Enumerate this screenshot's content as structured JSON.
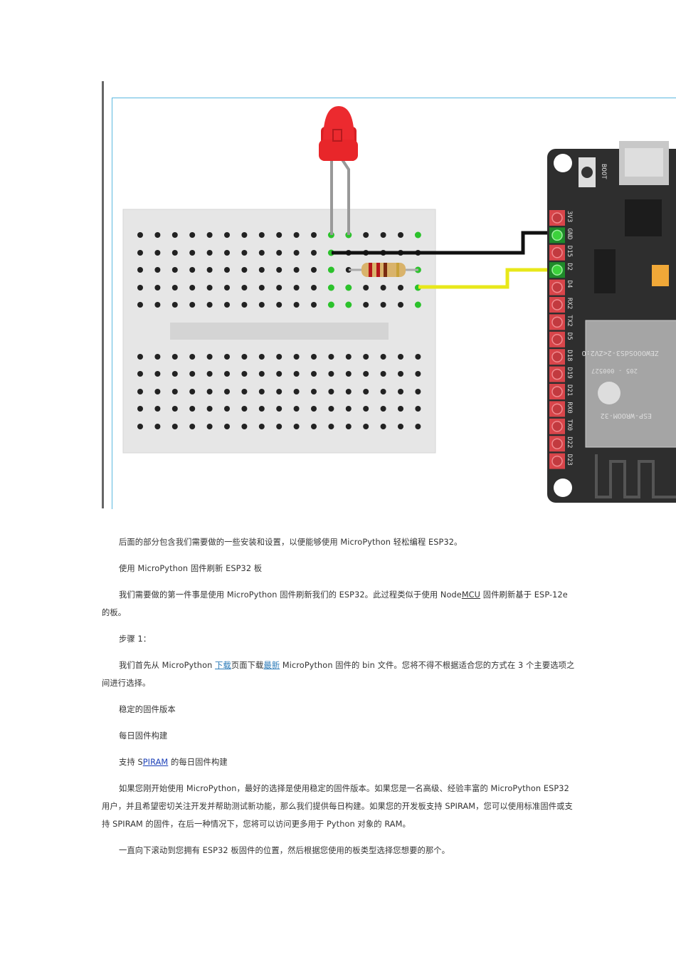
{
  "figure": {
    "board_pin_labels": [
      "3V3",
      "GND",
      "D15",
      "D2",
      "D4",
      "RX2",
      "TX2",
      "D5",
      "D18",
      "D19",
      "D21",
      "RX0",
      "TX0",
      "D22",
      "D23"
    ],
    "boot_label": "BOOT",
    "module_labels": [
      "ESP-WROOM-32",
      "205 - 000527",
      "ZEWOOOSdS3-2<ZV2:O"
    ],
    "colors": {
      "breadboard": "#e6e6e6",
      "board": "#2e2e2e",
      "led": "#e8262a",
      "wire_gnd": "#111111",
      "wire_signal": "#e8e81a",
      "active_hole": "#2cc22c",
      "pin": "#d8454a"
    }
  },
  "paragraphs": {
    "p1": "后面的部分包含我们需要做的一些安装和设置，以便能够使用 MicroPython 轻松编程 ESP32。",
    "p2": "使用 MicroPython 固件刷新 ESP32 板",
    "p3_a": "我们需要做的第一件事是使用 MicroPython 固件刷新我们的 ESP32。此过程类似于使用 Node",
    "p3_link": "MCU",
    "p3_b": " 固件刷新基于 ESP-12e 的板。",
    "p4": "步骤 1：",
    "p5_a": "我们首先从 MicroPython ",
    "p5_link1": "下载",
    "p5_b": "页面下载",
    "p5_link2": "最新",
    "p5_c": " MicroPython 固件的 bin 文件。您将不得不根据适合您的方式在 3 个主要选项之间进行选择。",
    "p6": "稳定的固件版本",
    "p7": "每日固件构建",
    "p8_a": "支持 S",
    "p8_link": "PIRAM",
    "p8_b": " 的每日固件构建",
    "p9": "如果您刚开始使用 MicroPython，最好的选择是使用稳定的固件版本。如果您是一名高级、经验丰富的 MicroPython ESP32 用户，并且希望密切关注开发并帮助测试新功能，那么我们提供每日构建。如果您的开发板支持 SPIRAM，您可以使用标准固件或支持 SPIRAM 的固件，在后一种情况下，您将可以访问更多用于 Python 对象的 RAM。",
    "p10": "一直向下滚动到您拥有 ESP32 板固件的位置，然后根据您使用的板类型选择您想要的那个。"
  }
}
